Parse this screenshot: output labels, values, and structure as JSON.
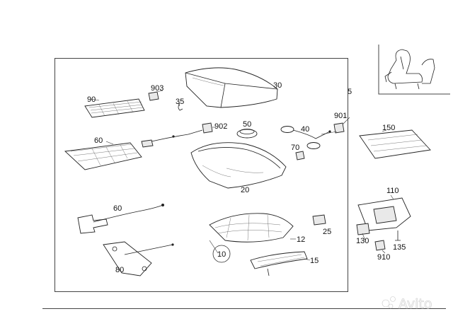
{
  "diagram": {
    "main_part_label": "5",
    "callouts": [
      {
        "id": "c30",
        "text": "30"
      },
      {
        "id": "c903",
        "text": "903"
      },
      {
        "id": "c35",
        "text": "35"
      },
      {
        "id": "c90",
        "text": "90"
      },
      {
        "id": "c902",
        "text": "902"
      },
      {
        "id": "c50",
        "text": "50"
      },
      {
        "id": "c40",
        "text": "40"
      },
      {
        "id": "c901",
        "text": "901"
      },
      {
        "id": "c150",
        "text": "150"
      },
      {
        "id": "c60a",
        "text": "60"
      },
      {
        "id": "c70",
        "text": "70"
      },
      {
        "id": "c20",
        "text": "20"
      },
      {
        "id": "c60b",
        "text": "60"
      },
      {
        "id": "c110",
        "text": "110"
      },
      {
        "id": "c25",
        "text": "25"
      },
      {
        "id": "c12",
        "text": "12"
      },
      {
        "id": "c10",
        "text": "10"
      },
      {
        "id": "c15",
        "text": "15"
      },
      {
        "id": "c80",
        "text": "80"
      },
      {
        "id": "c130",
        "text": "130"
      },
      {
        "id": "c135",
        "text": "135"
      },
      {
        "id": "c910",
        "text": "910"
      }
    ]
  },
  "watermark": {
    "text": "Avito"
  }
}
